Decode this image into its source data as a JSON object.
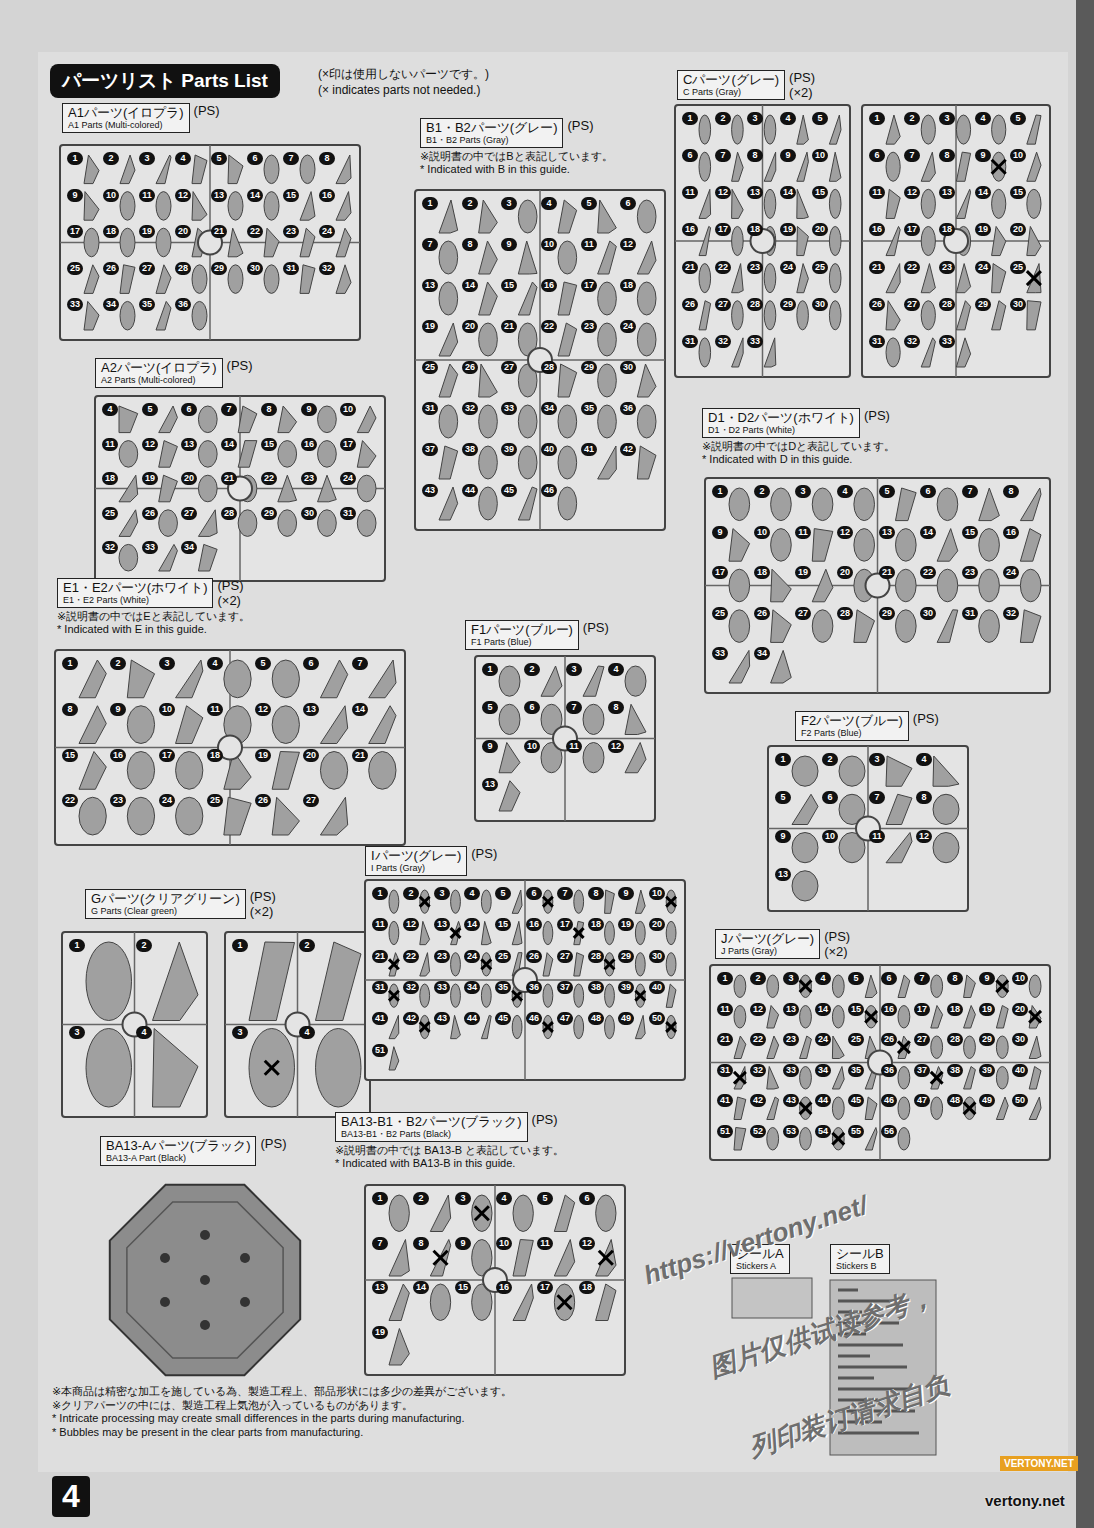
{
  "diagram": {
    "title": "パーツリスト Parts List",
    "nodes": [
      {
        "text": [
          "A1パーツ(イロプラ)",
          "A1 Parts (Multi-colored)",
          "(PS)"
        ]
      },
      {
        "text": [
          "A2パーツ(イロプラ)",
          "A2 Parts (Multi-colored)",
          "(PS)"
        ]
      },
      {
        "text": [
          "B1・B2パーツ(グレー)",
          "B1・B2 Parts (Gray)",
          "(PS)",
          "※説明書の中ではBと表記しています。",
          "* Indicated with B in this guide."
        ]
      },
      {
        "text": [
          "Cパーツ(グレー)",
          "C Parts (Gray)",
          "(PS)",
          "(×2)"
        ]
      },
      {
        "text": [
          "D1・D2パーツ(ホワイト)",
          "D1・D2 Parts (White)",
          "(PS)",
          "※説明書の中ではDと表記しています。",
          "* Indicated with D in this guide."
        ]
      },
      {
        "text": [
          "E1・E2パーツ(ホワイト)",
          "E1・E2 Parts (White)",
          "(PS)",
          "(×2)",
          "※説明書の中ではEと表記しています。",
          "* Indicated with E in this guide."
        ]
      },
      {
        "text": [
          "F1パーツ(ブルー)",
          "F1 Parts (Blue)",
          "(PS)"
        ]
      },
      {
        "text": [
          "F2パーツ(ブルー)",
          "F2 Parts (Blue)",
          "(PS)"
        ]
      },
      {
        "text": [
          "Gパーツ(クリアグリーン)",
          "G Parts (Clear green)",
          "(PS)",
          "(×2)"
        ]
      },
      {
        "text": [
          "Iパーツ(グレー)",
          "I Parts (Gray)",
          "(PS)"
        ]
      },
      {
        "text": [
          "Jパーツ(グレー)",
          "J Parts (Gray)",
          "(PS)",
          "(×2)"
        ]
      },
      {
        "text": [
          "BA13-Aパーツ(ブラック)",
          "BA13-A Part (Black)",
          "(PS)"
        ]
      },
      {
        "text": [
          "BA13-B1・B2パーツ(ブラック)",
          "BA13-B1・B2 Parts (Black)",
          "(PS)",
          "※説明書の中では BA13-B と表記しています。",
          "* Indicated with BA13-B in this guide."
        ]
      },
      {
        "text": [
          "シールA",
          "Stickers A"
        ]
      },
      {
        "text": [
          "シールB",
          "Stickers B"
        ]
      }
    ],
    "labels": [
      "(×印は使用しないパーツです。)",
      "(× indicates parts not needed.)",
      "1",
      "2",
      "3",
      "4",
      "5",
      "6",
      "7",
      "8",
      "9",
      "10",
      "11",
      "12",
      "13",
      "14",
      "15",
      "16",
      "17",
      "18",
      "19",
      "20",
      "21",
      "22",
      "23",
      "24",
      "25",
      "26",
      "27",
      "28",
      "29",
      "30",
      "31",
      "32",
      "33",
      "34",
      "35",
      "36",
      "4",
      "5",
      "6",
      "7",
      "8",
      "9",
      "10",
      "11",
      "12",
      "13",
      "14",
      "15",
      "16",
      "17",
      "18",
      "19",
      "20",
      "21",
      "22",
      "23",
      "24",
      "25",
      "26",
      "27",
      "28",
      "29",
      "30",
      "31",
      "32",
      "33",
      "34",
      "1",
      "2",
      "3",
      "4",
      "5",
      "6",
      "7",
      "8",
      "9",
      "10",
      "11",
      "12",
      "13",
      "14",
      "15",
      "16",
      "17",
      "18",
      "19",
      "20",
      "21",
      "22",
      "23",
      "24",
      "25",
      "26",
      "27",
      "28",
      "29",
      "30",
      "31",
      "32",
      "33",
      "34",
      "35",
      "36",
      "37",
      "38",
      "39",
      "40",
      "41",
      "42",
      "43",
      "44",
      "45",
      "46",
      "1",
      "2",
      "3",
      "4",
      "5",
      "6",
      "7",
      "8",
      "9",
      "10",
      "11",
      "12",
      "13",
      "14",
      "15",
      "16",
      "17",
      "18",
      "19",
      "20",
      "21",
      "22",
      "23",
      "24",
      "25",
      "26",
      "27",
      "28",
      "29",
      "30",
      "31",
      "32",
      "33",
      "1",
      "2",
      "3",
      "4",
      "5",
      "6",
      "7",
      "8",
      "9",
      "10",
      "11",
      "12",
      "13",
      "14",
      "15",
      "16",
      "17",
      "18",
      "19",
      "20",
      "21",
      "22",
      "23",
      "24",
      "25",
      "26",
      "27",
      "28",
      "29",
      "30",
      "31",
      "32",
      "33",
      "1",
      "2",
      "3",
      "4",
      "5",
      "6",
      "7",
      "8",
      "9",
      "10",
      "11",
      "12",
      "13",
      "14",
      "15",
      "16",
      "17",
      "18",
      "19",
      "20",
      "21",
      "22",
      "23",
      "24",
      "25",
      "26",
      "27",
      "28",
      "29",
      "30",
      "31",
      "32",
      "33",
      "34",
      "1",
      "2",
      "3",
      "4",
      "5",
      "6",
      "7",
      "8",
      "9",
      "10",
      "11",
      "12",
      "13",
      "14",
      "15",
      "16",
      "17",
      "18",
      "19",
      "20",
      "21",
      "22",
      "23",
      "24",
      "25",
      "26",
      "27",
      "1",
      "2",
      "3",
      "4",
      "5",
      "6",
      "7",
      "8",
      "9",
      "10",
      "11",
      "12",
      "13",
      "1",
      "2",
      "3",
      "4",
      "5",
      "6",
      "7",
      "8",
      "9",
      "10",
      "11",
      "12",
      "13",
      "1",
      "2",
      "3",
      "4",
      "1",
      "2",
      "3",
      "4",
      "1",
      "2",
      "3",
      "4",
      "5",
      "6",
      "7",
      "8",
      "9",
      "10",
      "11",
      "12",
      "13",
      "14",
      "15",
      "16",
      "17",
      "18",
      "19",
      "20",
      "21",
      "22",
      "23",
      "24",
      "25",
      "26",
      "27",
      "28",
      "29",
      "30",
      "31",
      "32",
      "33",
      "34",
      "35",
      "36",
      "37",
      "38",
      "39",
      "40",
      "41",
      "42",
      "43",
      "44",
      "45",
      "46",
      "47",
      "48",
      "49",
      "50",
      "51",
      "1",
      "2",
      "3",
      "4",
      "5",
      "6",
      "7",
      "8",
      "9",
      "10",
      "11",
      "12",
      "13",
      "14",
      "15",
      "16",
      "17",
      "18",
      "19",
      "20",
      "21",
      "22",
      "23",
      "24",
      "25",
      "26",
      "27",
      "28",
      "29",
      "30",
      "31",
      "32",
      "33",
      "34",
      "35",
      "36",
      "37",
      "38",
      "39",
      "40",
      "41",
      "42",
      "43",
      "44",
      "45",
      "46",
      "47",
      "48",
      "49",
      "50",
      "51",
      "52",
      "53",
      "54",
      "55",
      "56",
      "1",
      "2",
      "3",
      "4",
      "5",
      "6",
      "7",
      "8",
      "9",
      "10",
      "11",
      "12",
      "13",
      "14",
      "15",
      "16",
      "17",
      "18",
      "19",
      "※本商品は精密な加工を施している為、製造工程上、部品形状には多少の差異がございます。",
      "※クリアパーツの中には、製造工程上気泡が入っているものがあります。",
      "* Intricate processing may create small differences in the parts during manufacturing.",
      "* Bubbles may be present in the clear parts from manufacturing.",
      "https://vertony.net/",
      "图片仅供试读参考，",
      "列印装订请求自负",
      "VERTONY.NET",
      "vertony.net",
      "4"
    ]
  }
}
